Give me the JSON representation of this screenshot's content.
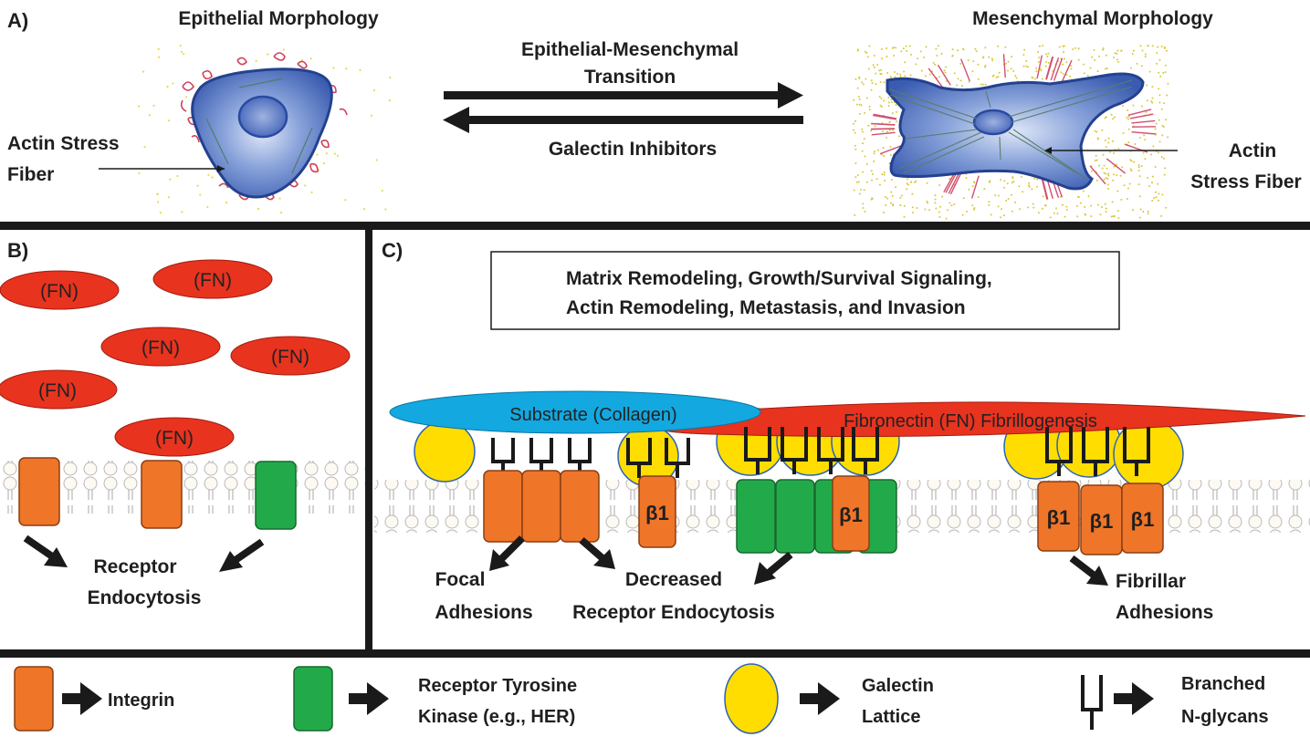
{
  "panelA": {
    "label": "A)",
    "epithelial_title": "Epithelial Morphology",
    "mesenchymal_title": "Mesenchymal Morphology",
    "emt_line1": "Epithelial-Mesenchymal",
    "emt_line2": "Transition",
    "reverse_label": "Galectin Inhibitors",
    "epi_fiber_line1": "Actin Stress",
    "epi_fiber_line2": "Fiber",
    "mes_fiber_line1": "Actin",
    "mes_fiber_line2": "Stress Fiber"
  },
  "panelB": {
    "label": "B)",
    "fn_label": "(FN)",
    "fn_blobs": [
      "(FN)",
      "(FN)",
      "(FN)",
      "(FN)",
      "(FN)",
      "(FN)"
    ],
    "outcome_line1": "Receptor",
    "outcome_line2": "Endocytosis"
  },
  "panelC": {
    "label": "C)",
    "box_line1": "Matrix Remodeling, Growth/Survival Signaling,",
    "box_line2": "Actin Remodeling, Metastasis, and Invasion",
    "substrate": "Substrate (Collagen)",
    "fibronectin": "Fibronectin (FN) Fibrillogenesis",
    "beta1": "β1",
    "focal_line1": "Focal",
    "focal_line2": "Adhesions",
    "decreased_line1": "Decreased",
    "decreased_line2": "Receptor Endocytosis",
    "fibrillar_line1": "Fibrillar",
    "fibrillar_line2": "Adhesions"
  },
  "legend": {
    "integrin": "Integrin",
    "rtk_line1": "Receptor Tyrosine",
    "rtk_line2": "Kinase (e.g., HER)",
    "galectin_line1": "Galectin",
    "galectin_line2": "Lattice",
    "glycan_line1": "Branched",
    "glycan_line2": "N-glycans"
  },
  "colors": {
    "integrin": "#ef7529",
    "rtk": "#22aa4a",
    "galectin": "#ffdd00",
    "fibronectin": "#e8331f",
    "collagen": "#13a8e0",
    "cell": "#3a64b8",
    "border": "#1a1a1a"
  }
}
